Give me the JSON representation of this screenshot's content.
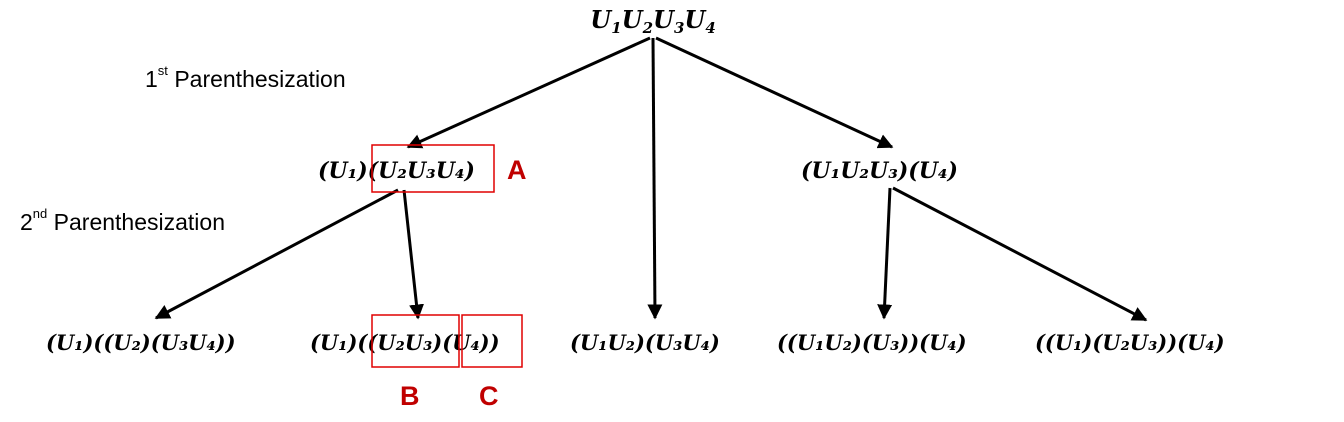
{
  "labels": {
    "level1": {
      "num": "1",
      "sup": "st",
      "text": "Parenthesization"
    },
    "level2": {
      "num": "2",
      "sup": "nd",
      "text": "Parenthesization"
    }
  },
  "nodes": {
    "root": {
      "parts": [
        "U",
        "1",
        "U",
        "2",
        "U",
        "3",
        "U",
        "4"
      ]
    },
    "level1": [
      {
        "text": "(U₁)(U₂U₃U₄)"
      },
      {
        "text": "(U₁U₂U₃)(U₄)"
      }
    ],
    "level2": [
      {
        "text": "(U₁)((U₂)(U₃U₄))"
      },
      {
        "text": "(U₁)((U₂U₃)(U₄))"
      },
      {
        "text": "(U₁U₂)(U₃U₄)"
      },
      {
        "text": "((U₁U₂)(U₃))(U₄)"
      },
      {
        "text": "((U₁)(U₂U₃))(U₄)"
      }
    ]
  },
  "annotations": {
    "a": "A",
    "b": "B",
    "c": "C"
  },
  "colors": {
    "highlight": "#c00000",
    "line": "#000000"
  }
}
